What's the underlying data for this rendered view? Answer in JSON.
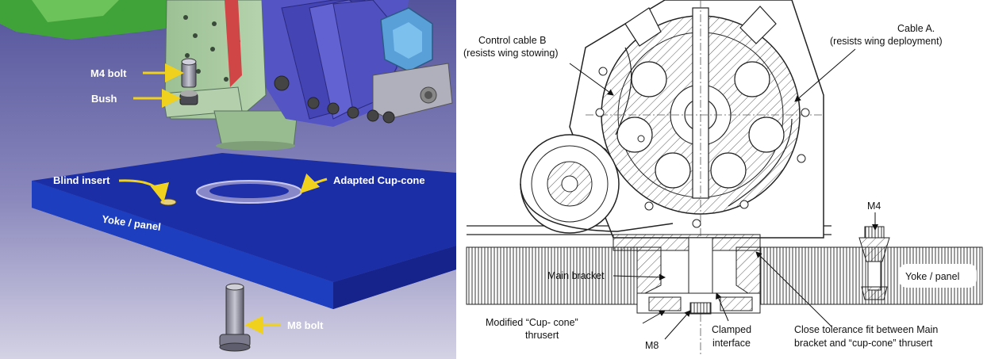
{
  "left_panel": {
    "labels": {
      "m4_bolt": "M4 bolt",
      "bush": "Bush",
      "blind_insert": "Blind insert",
      "adapted_cup_cone": "Adapted Cup-cone",
      "yoke_panel": "Yoke / panel",
      "m8_bolt": "M8 bolt"
    },
    "colors": {
      "background_top": "#5e5ea6",
      "background_bottom": "#c8c6dc",
      "panel_blue": "#1a2aa0",
      "bracket_green": "#a8c9a0",
      "arrow_yellow": "#f0d21e"
    }
  },
  "right_panel": {
    "labels": {
      "cable_b_line1": "Control cable B",
      "cable_b_line2": "(resists wing stowing)",
      "cable_a_line1": "Cable A.",
      "cable_a_line2": "(resists wing deployment)",
      "m4": "M4",
      "yoke_panel": "Yoke / panel",
      "main_bracket": "Main bracket",
      "modified_line1": "Modified “Cup- cone”",
      "modified_line2": "thrusert",
      "m8": "M8",
      "clamped_line1": "Clamped",
      "clamped_line2": "interface",
      "close_line1": "Close tolerance fit between Main",
      "close_line2": "bracket and “cup-cone” thrusert"
    }
  }
}
